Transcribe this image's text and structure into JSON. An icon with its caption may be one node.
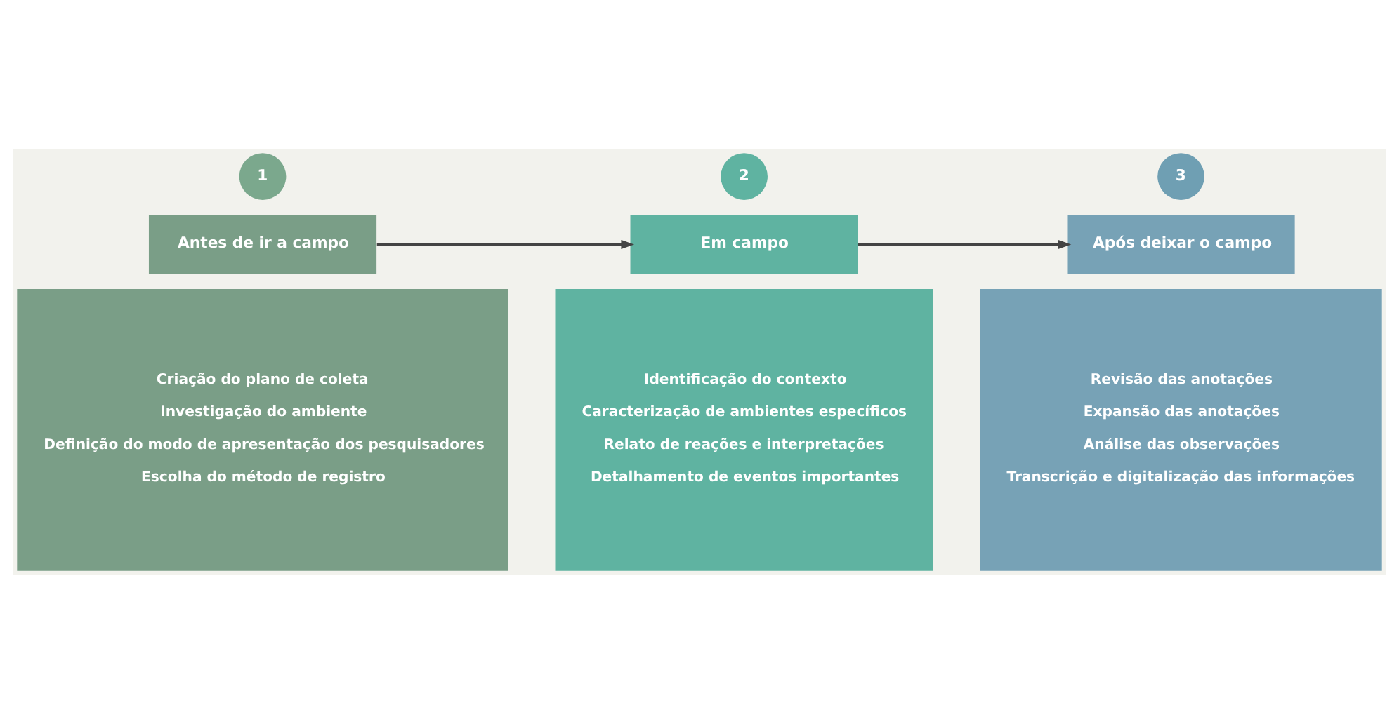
{
  "diagram": {
    "nodes": [
      {
        "text": [
          "1"
        ]
      },
      {
        "text": [
          "Antes de ir a campo"
        ]
      },
      {
        "text": [
          "Criação do plano de coleta",
          "Investigação do ambiente",
          "Definição do modo de apresentação dos pesquisadores",
          "Escolha do método de registro"
        ]
      },
      {
        "text": [
          "2"
        ]
      },
      {
        "text": [
          "Em campo"
        ]
      },
      {
        "text": [
          "Identificação do contexto",
          "Caracterização de ambientes específicos",
          "Relato de reações e interpretações",
          "Detalhamento de eventos importantes"
        ]
      },
      {
        "text": [
          "3"
        ]
      },
      {
        "text": [
          "Após deixar o campo"
        ]
      },
      {
        "text": [
          "Revisão das anotações",
          "Expansão das anotações",
          "Análise das observações",
          "Transcrição e digitalização das informações"
        ]
      }
    ],
    "edges": [
      {
        "from": 1,
        "to": 4,
        "arrow": "to"
      },
      {
        "from": 4,
        "to": 7,
        "arrow": "to"
      }
    ]
  }
}
